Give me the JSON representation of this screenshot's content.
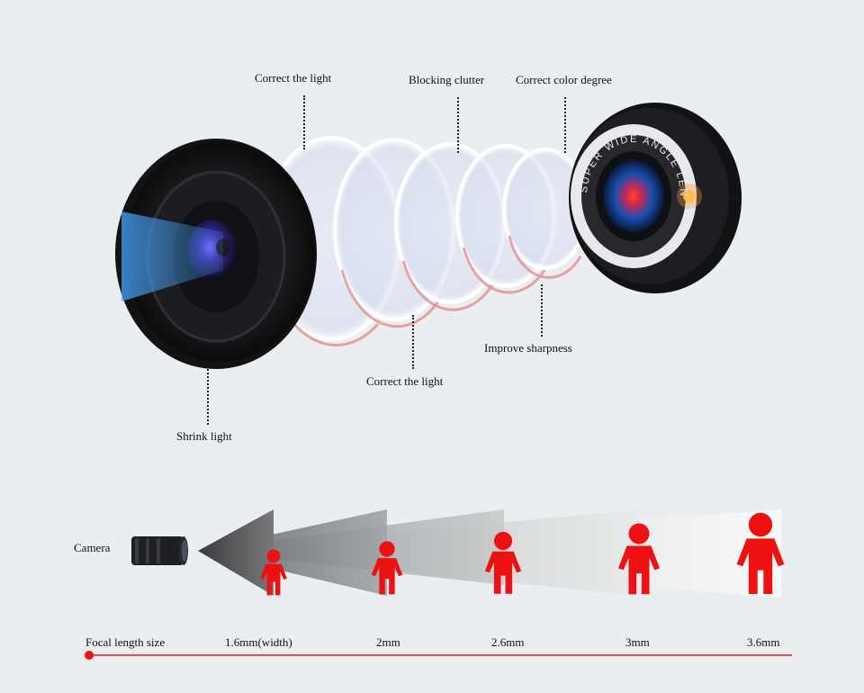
{
  "lens_diagram": {
    "labels": {
      "correct_light_top": "Correct the light",
      "blocking_clutter": "Blocking clutter",
      "correct_color": "Correct color degree",
      "shrink_light": "Shrink light",
      "correct_light_bottom": "Correct the light",
      "improve_sharpness": "Improve sharpness"
    },
    "lens_ring_text": "SUPER WIDE ANGLE LENS"
  },
  "focal_diagram": {
    "camera_label": "Camera",
    "axis_label": "Focal length size",
    "sizes": [
      "1.6mm(width)",
      "2mm",
      "2.6mm",
      "3mm",
      "3.6mm"
    ],
    "accent_color": "#e8141c"
  },
  "colors": {
    "background": "#eaeef0",
    "figure_red": "#ee1111"
  }
}
